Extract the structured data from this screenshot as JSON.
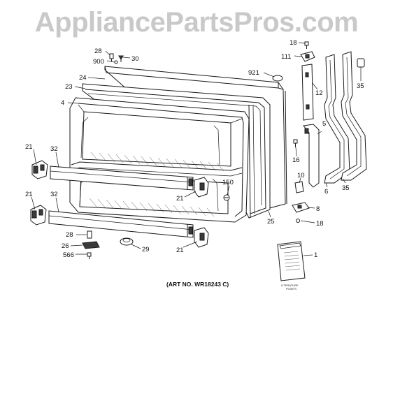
{
  "watermark": "AppliancePartsPros.com",
  "art_number": "(ART NO. WR18243 C)",
  "literature_label": [
    "LITERATURE",
    "POINTS"
  ],
  "callouts": {
    "c28a": "28",
    "c30": "30",
    "c900": "900",
    "c24": "24",
    "c23": "23",
    "c4": "4",
    "c921": "921",
    "c18a": "18",
    "c111": "111",
    "c12": "12",
    "c35a": "35",
    "c5": "5",
    "c16": "16",
    "c10": "10",
    "c6": "6",
    "c35b": "35",
    "c8": "8",
    "c18b": "18",
    "c25": "25",
    "c150": "150",
    "c21a": "21",
    "c21b": "21",
    "c21c": "21",
    "c21d": "21",
    "c32a": "32",
    "c32b": "32",
    "c28b": "28",
    "c26": "26",
    "c566": "566",
    "c29": "29",
    "c1": "1"
  }
}
